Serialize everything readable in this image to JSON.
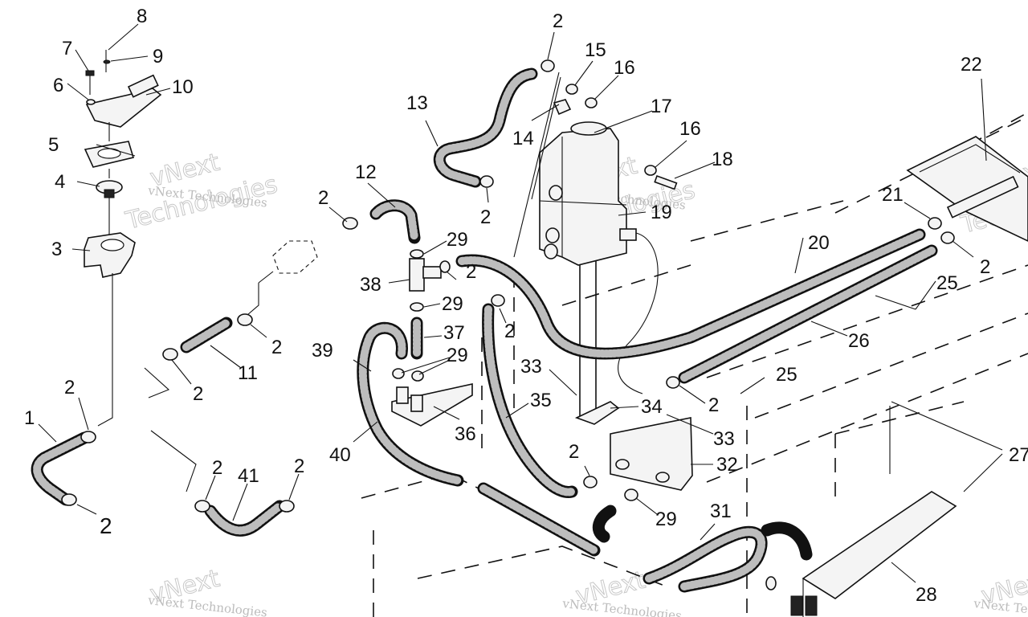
{
  "watermarks": {
    "company": "vNext Technologies",
    "stamp_line1": "vNext",
    "stamp_line2": "Technologies"
  },
  "callouts": {
    "c1": "1",
    "c2": "2",
    "c3": "3",
    "c4": "4",
    "c5": "5",
    "c6": "6",
    "c7": "7",
    "c8": "8",
    "c9": "9",
    "c10": "10",
    "c11": "11",
    "c12": "12",
    "c13": "13",
    "c14": "14",
    "c15": "15",
    "c16": "16",
    "c17": "17",
    "c18": "18",
    "c19": "19",
    "c20": "20",
    "c21": "21",
    "c22": "22",
    "c25": "25",
    "c26": "26",
    "c27": "27",
    "c28": "28",
    "c29": "29",
    "c31": "31",
    "c32": "32",
    "c33": "33",
    "c34": "34",
    "c35": "35",
    "c36": "36",
    "c37": "37",
    "c38": "38",
    "c39": "39",
    "c40": "40",
    "c41": "41"
  }
}
